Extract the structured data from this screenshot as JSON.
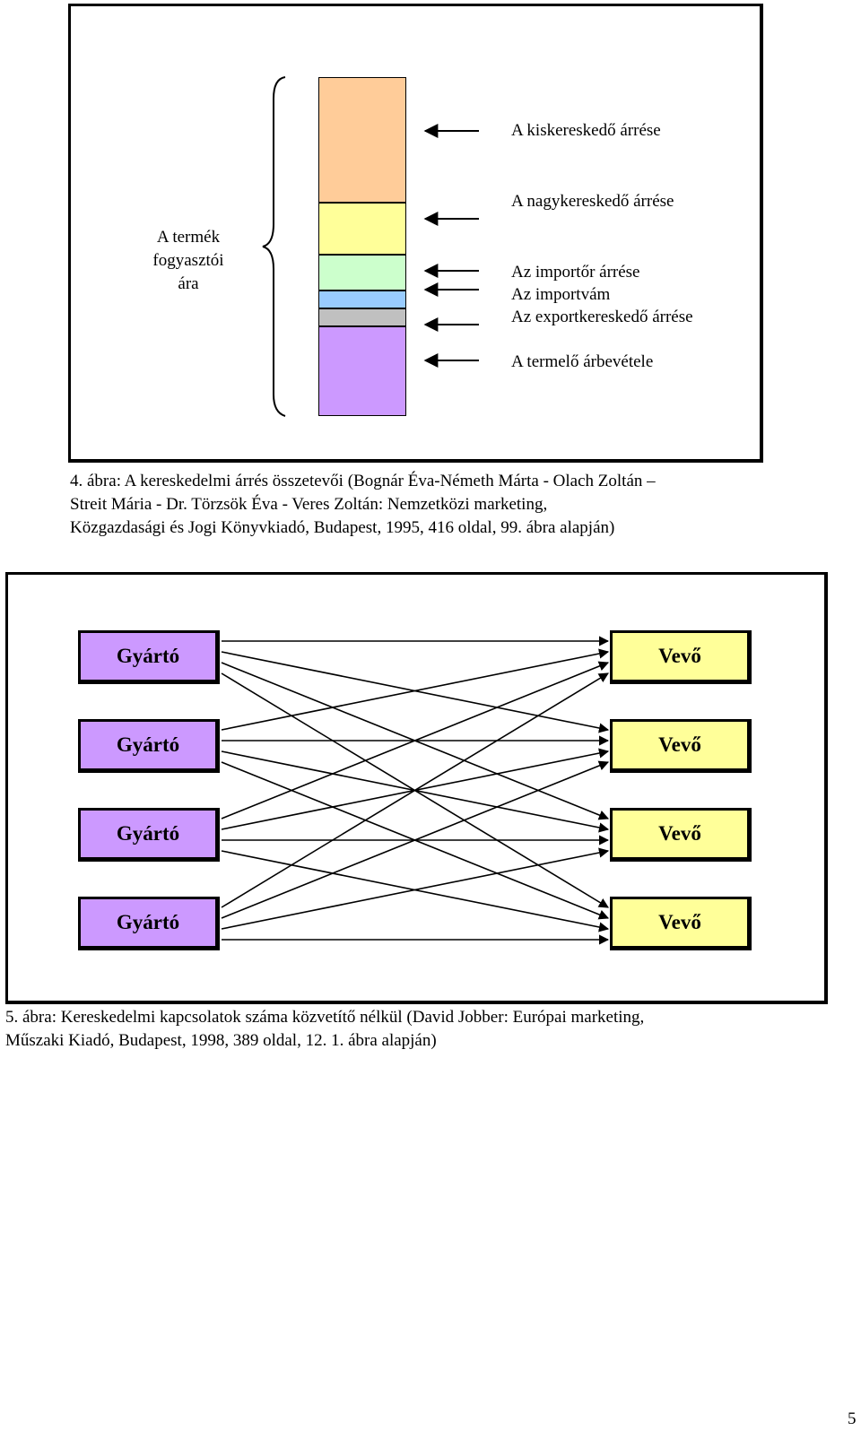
{
  "figure4": {
    "price_label_lines": [
      "A termék",
      "fogyasztói",
      "ára"
    ],
    "segments": [
      {
        "name": "retailer",
        "color": "#ffcc99"
      },
      {
        "name": "wholesaler",
        "color": "#ffff99"
      },
      {
        "name": "importer",
        "color": "#ccffcc"
      },
      {
        "name": "import-duty",
        "color": "#99ccff"
      },
      {
        "name": "exporter",
        "color": "#c0c0c0"
      },
      {
        "name": "producer",
        "color": "#cc99ff"
      }
    ],
    "labels": [
      "A kiskereskedő árrése",
      "A nagykereskedő árrése",
      "Az importőr árrése",
      "Az importvám",
      "Az exportkereskedő árrése",
      "A termelő árbevétele"
    ],
    "caption_lines": [
      "4. ábra: A kereskedelmi árrés összetevői (Bognár Éva-Németh Márta - Olach Zoltán –",
      "Streit Mária - Dr. Törzsök Éva - Veres Zoltán: Nemzetközi marketing,",
      "Közgazdasági és Jogi Könyvkiadó, Budapest, 1995, 416 oldal, 99. ábra alapján)"
    ]
  },
  "figure5": {
    "makers": [
      "Gyártó",
      "Gyártó",
      "Gyártó",
      "Gyártó"
    ],
    "buyers": [
      "Vevő",
      "Vevő",
      "Vevő",
      "Vevő"
    ],
    "maker_color": "#cc99ff",
    "buyer_color": "#ffff99",
    "caption_lines": [
      "5. ábra: Kereskedelmi kapcsolatok száma közvetítő nélkül (David Jobber: Európai marketing,",
      "Műszaki Kiadó, Budapest, 1998, 389 oldal, 12. 1. ábra alapján)"
    ]
  },
  "page_number": "5"
}
